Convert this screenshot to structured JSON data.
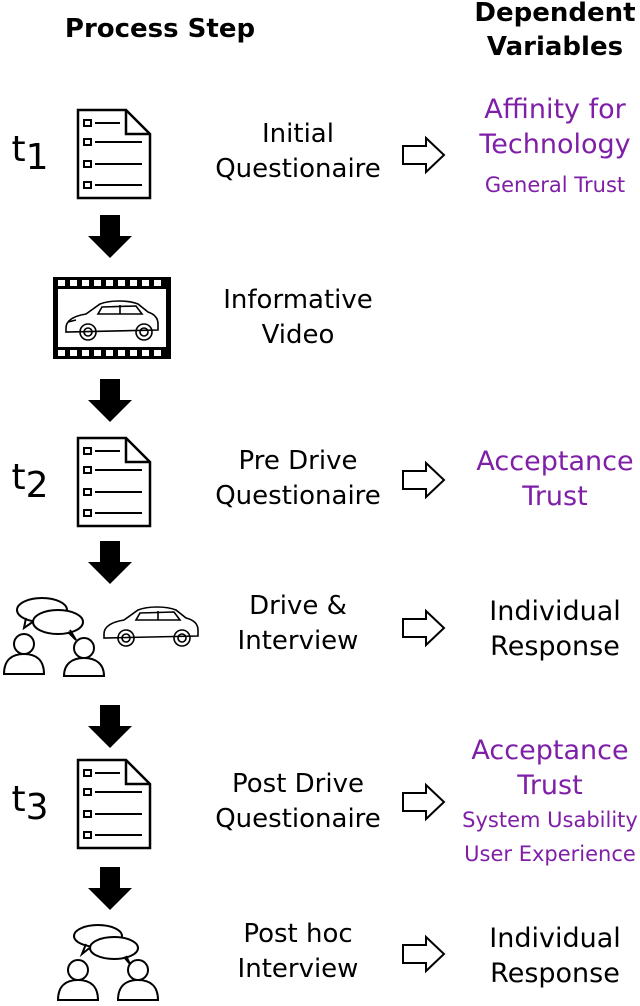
{
  "headers": {
    "process_step": "Process Step",
    "dependent_line1": "Dependent",
    "dependent_line2": "Variables"
  },
  "times": {
    "t1": {
      "base": "t",
      "sub": "1"
    },
    "t2": {
      "base": "t",
      "sub": "2"
    },
    "t3": {
      "base": "t",
      "sub": "3"
    }
  },
  "steps": [
    {
      "line1": "Initial",
      "line2": "Questionaire",
      "icon": "questionnaire-icon"
    },
    {
      "line1": "Informative",
      "line2": "Video",
      "icon": "video-film-icon"
    },
    {
      "line1": "Pre Drive",
      "line2": "Questionaire",
      "icon": "questionnaire-icon"
    },
    {
      "line1": "Drive &",
      "line2": "Interview",
      "icon": "conversation-car-icon"
    },
    {
      "line1": "Post Drive",
      "line2": "Questionaire",
      "icon": "questionnaire-icon"
    },
    {
      "line1": "Post hoc",
      "line2": "Interview",
      "icon": "conversation-icon"
    }
  ],
  "dependent": {
    "initial": {
      "line1": "Affinity for",
      "line2": "Technology",
      "line3": "General Trust"
    },
    "pre_drive": {
      "line1": "Acceptance",
      "line2": "Trust"
    },
    "drive_interview": {
      "line1": "Individual",
      "line2": "Response"
    },
    "post_drive": {
      "line1": "Acceptance",
      "line2": "Trust",
      "line3": "System Usability",
      "line4": "User Experience"
    },
    "post_hoc": {
      "line1": "Individual",
      "line2": "Response"
    }
  },
  "colors": {
    "accent_purple": "#7f1fa8",
    "text": "#000000"
  }
}
